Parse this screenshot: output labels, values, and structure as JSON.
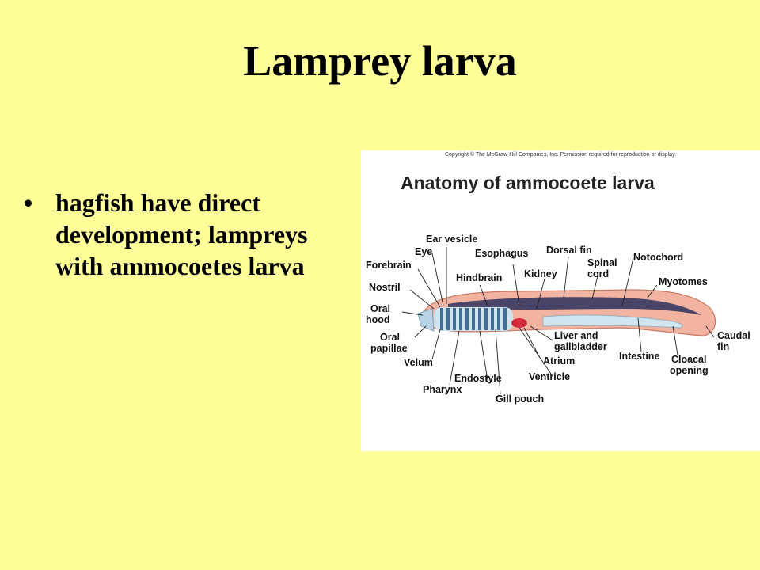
{
  "slide": {
    "title": "Lamprey larva",
    "bullets": [
      "hagfish have direct development; lampreys with ammocoetes larva"
    ]
  },
  "figure": {
    "copyright": "Copyright © The McGraw-Hill Companies, Inc. Permission required for reproduction or display.",
    "title": "Anatomy of ammocoete larva",
    "labels": {
      "ear_vesicle": "Ear vesicle",
      "eye": "Eye",
      "forebrain": "Forebrain",
      "nostril": "Nostril",
      "oral_hood_1": "Oral",
      "oral_hood_2": "hood",
      "oral_papillae_1": "Oral",
      "oral_papillae_2": "papillae",
      "velum": "Velum",
      "pharynx": "Pharynx",
      "endostyle": "Endostyle",
      "gill_pouch": "Gill pouch",
      "hindbrain": "Hindbrain",
      "esophagus": "Esophagus",
      "kidney": "Kidney",
      "dorsal_fin": "Dorsal fin",
      "spinal_cord_1": "Spinal",
      "spinal_cord_2": "cord",
      "notochord": "Notochord",
      "myotomes": "Myotomes",
      "liver_1": "Liver and",
      "liver_2": "gallbladder",
      "atrium": "Atrium",
      "ventricle": "Ventricle",
      "intestine": "Intestine",
      "cloacal_1": "Cloacal",
      "cloacal_2": "opening",
      "caudal_1": "Caudal",
      "caudal_2": "fin"
    }
  },
  "colors": {
    "background": "#ffff99",
    "body": "#f2b3a0",
    "dorsal_tube": "#4a4466",
    "gill": "#5a8fb0",
    "intestine": "#cfe6f0",
    "heart": "#d12a3c"
  }
}
